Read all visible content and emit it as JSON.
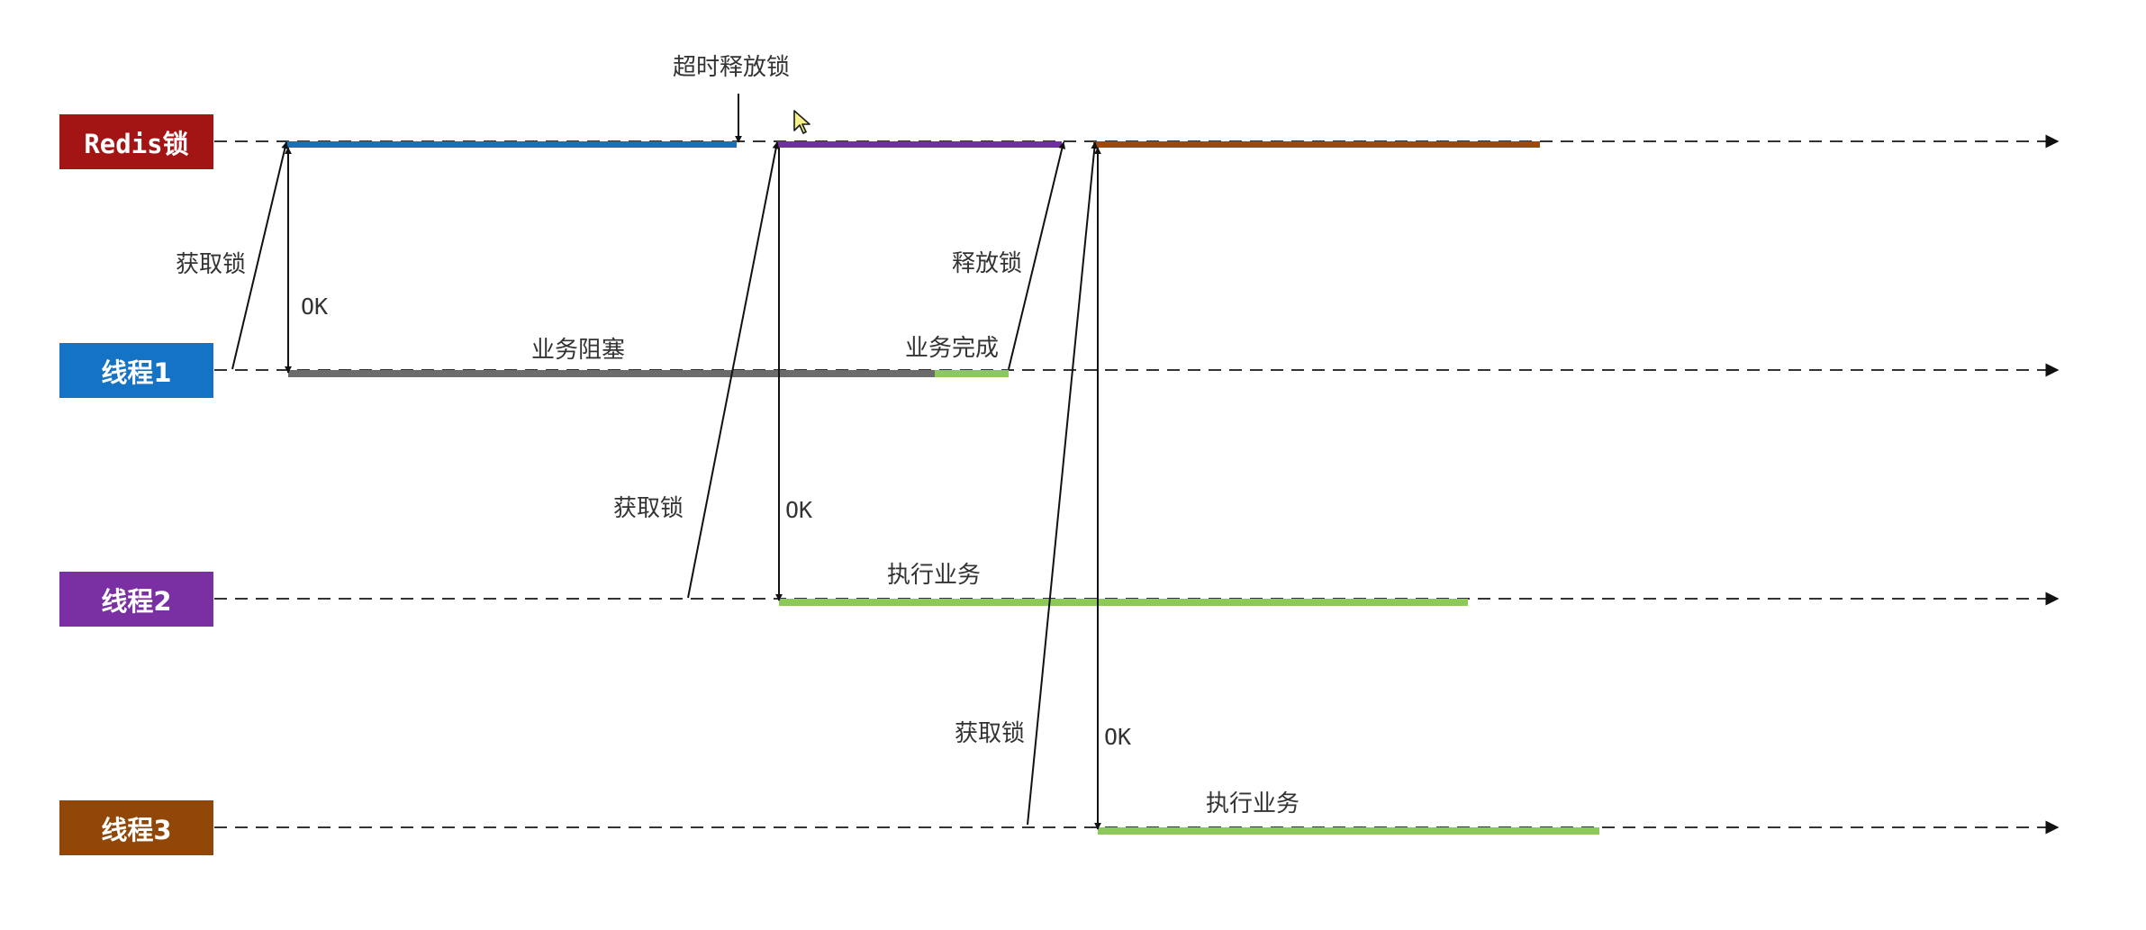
{
  "lanes": [
    {
      "id": "redis",
      "label": "Redis锁",
      "color": "#a31515"
    },
    {
      "id": "t1",
      "label": "线程1",
      "color": "#1473c4"
    },
    {
      "id": "t2",
      "label": "线程2",
      "color": "#7a2fa2"
    },
    {
      "id": "t3",
      "label": "线程3",
      "color": "#914708"
    }
  ],
  "colors": {
    "lock_t1": "#1a6fbd",
    "lock_t2": "#7030a0",
    "lock_t3": "#9a4a10",
    "blocked": "#6b6b6b",
    "working": "#8dc95a",
    "axis": "#222222"
  },
  "annotations": {
    "timeout_release": "超时释放锁",
    "t1_acquire": "获取锁",
    "t1_ok": "OK",
    "t1_blocked": "业务阻塞",
    "t1_done": "业务完成",
    "t1_release": "释放锁",
    "t2_acquire": "获取锁",
    "t2_ok": "OK",
    "t2_execute": "执行业务",
    "t3_acquire": "获取锁",
    "t3_ok": "OK",
    "t3_execute": "执行业务"
  }
}
